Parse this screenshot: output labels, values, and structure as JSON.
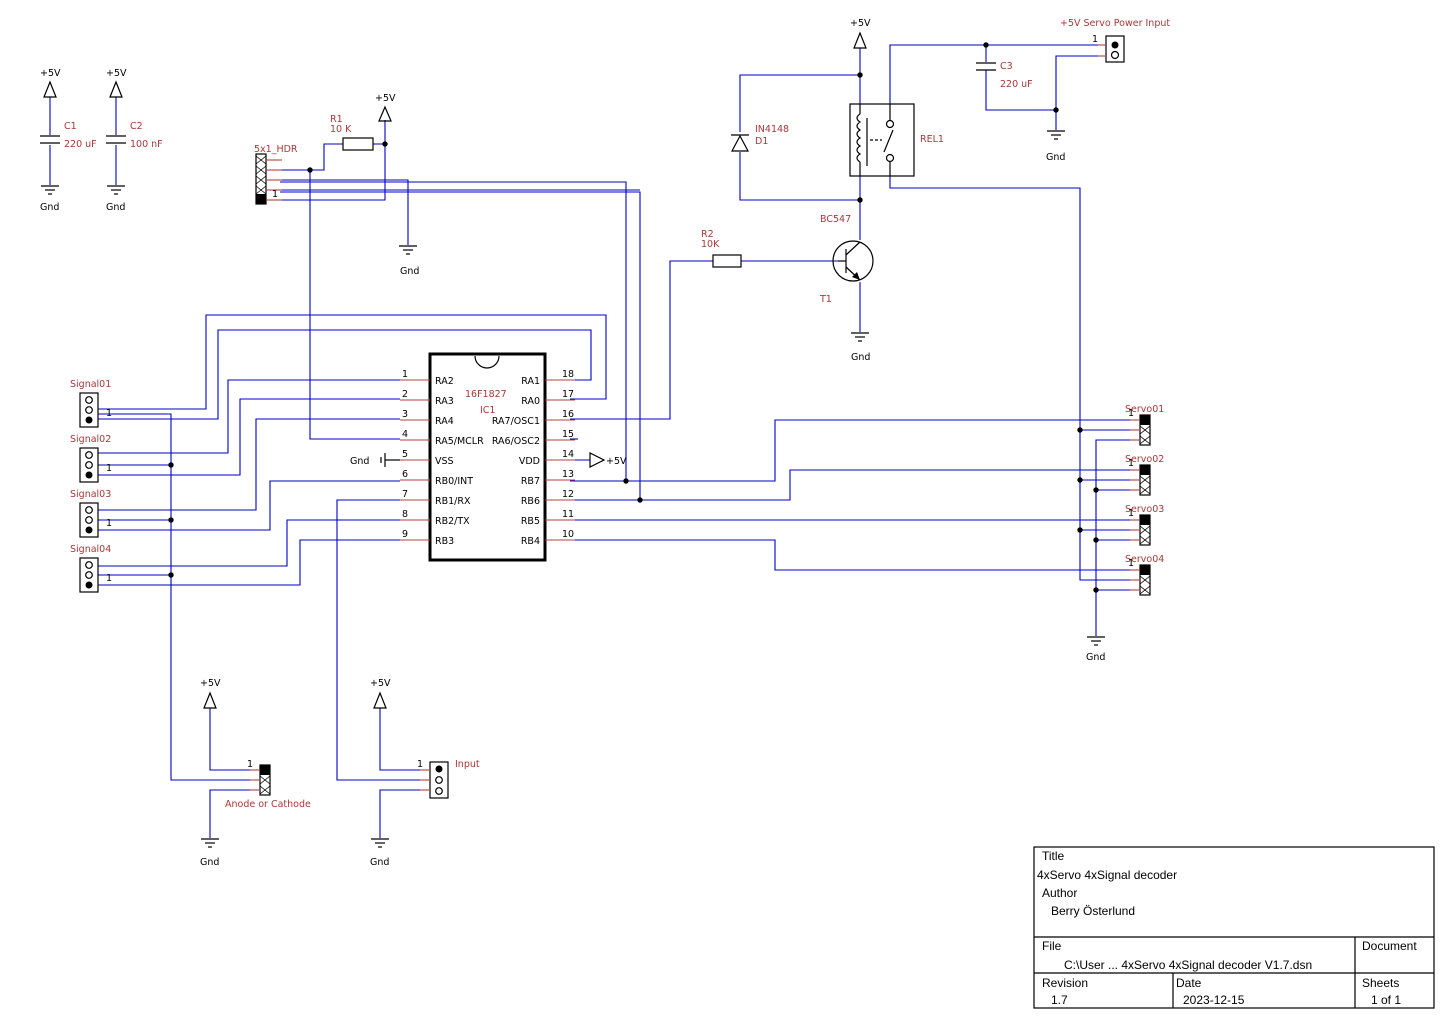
{
  "power": {
    "vcc": "+5V",
    "gnd": "Gnd",
    "gnd_pin": "Gnd"
  },
  "components": {
    "c1": {
      "ref": "C1",
      "value": "220 uF"
    },
    "c2": {
      "ref": "C2",
      "value": "100 nF"
    },
    "c3": {
      "ref": "C3",
      "value": "220 uF"
    },
    "r1": {
      "ref": "R1",
      "value": "10 K"
    },
    "r2": {
      "ref": "R2",
      "value": "10K"
    },
    "d1": {
      "ref": "D1",
      "value": "IN4148"
    },
    "t1": {
      "ref": "T1",
      "value": "BC547"
    },
    "rel1": {
      "ref": "REL1"
    },
    "hdr": {
      "ref": "5x1_HDR",
      "pin1": "1"
    },
    "servo_power": {
      "label": "+5V Servo Power Input",
      "pin1": "1"
    },
    "ic1": {
      "ref": "IC1",
      "part": "16F1827",
      "left_pins": [
        {
          "num": "1",
          "name": "RA2"
        },
        {
          "num": "2",
          "name": "RA3"
        },
        {
          "num": "3",
          "name": "RA4"
        },
        {
          "num": "4",
          "name": "RA5/MCLR"
        },
        {
          "num": "5",
          "name": "VSS"
        },
        {
          "num": "6",
          "name": "RB0/INT"
        },
        {
          "num": "7",
          "name": "RB1/RX"
        },
        {
          "num": "8",
          "name": "RB2/TX"
        },
        {
          "num": "9",
          "name": "RB3"
        }
      ],
      "right_pins": [
        {
          "num": "18",
          "name": "RA1"
        },
        {
          "num": "17",
          "name": "RA0"
        },
        {
          "num": "16",
          "name": "RA7/OSC1"
        },
        {
          "num": "15",
          "name": "RA6/OSC2"
        },
        {
          "num": "14",
          "name": "VDD"
        },
        {
          "num": "13",
          "name": "RB7"
        },
        {
          "num": "12",
          "name": "RB6"
        },
        {
          "num": "11",
          "name": "RB5"
        },
        {
          "num": "10",
          "name": "RB4"
        }
      ]
    },
    "signals": [
      {
        "label": "Signal01",
        "pin1": "1"
      },
      {
        "label": "Signal02",
        "pin1": "1"
      },
      {
        "label": "Signal03",
        "pin1": "1"
      },
      {
        "label": "Signal04",
        "pin1": "1"
      }
    ],
    "servos": [
      {
        "label": "Servo01",
        "pin1": "1"
      },
      {
        "label": "Servo02",
        "pin1": "1"
      },
      {
        "label": "Servo03",
        "pin1": "1"
      },
      {
        "label": "Servo04",
        "pin1": "1"
      }
    ],
    "anode": {
      "label": "Anode or Cathode",
      "pin1": "1"
    },
    "input": {
      "label": "Input",
      "pin1": "1"
    }
  },
  "title_block": {
    "title_label": "Title",
    "title": "4xServo 4xSignal decoder",
    "author_label": "Author",
    "author": "Berry Österlund",
    "file_label": "File",
    "file": "C:\\User ... 4xServo 4xSignal decoder V1.7.dsn",
    "document_label": "Document",
    "document": "",
    "revision_label": "Revision",
    "revision": "1.7",
    "date_label": "Date",
    "date": "2023-12-15",
    "sheets_label": "Sheets",
    "sheets": "1 of 1"
  }
}
